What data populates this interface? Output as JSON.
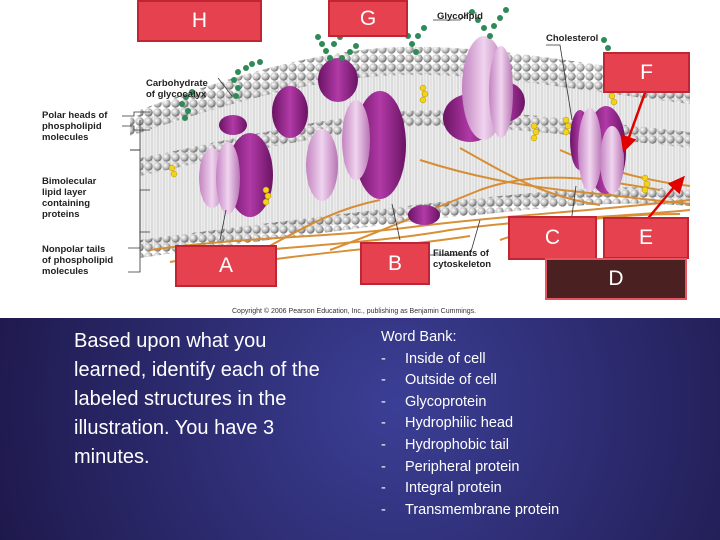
{
  "figure": {
    "labels": {
      "glycolipid": "Glycolipid",
      "cholesterol": "Cholesterol",
      "carbohydrate": "Carbohydrate\nof glycocalyx",
      "polar": "Polar heads of\nphospholipid\nmolecules",
      "bimolecular": "Bimolecular\nlipid layer\ncontaining\nproteins",
      "nonpolar": "Nonpolar tails\nof phospholipid\nmolecules",
      "filaments": "Filaments of\ncytoskeleton"
    },
    "copyright": "Copyright © 2006 Pearson Education, Inc., publishing as Benjamin Cummings."
  },
  "letters": {
    "h": "H",
    "g": "G",
    "f": "F",
    "a": "A",
    "b": "B",
    "c": "C",
    "d": "D",
    "e": "E"
  },
  "instructions": "Based upon what you learned, identify each of the labeled structures in the illustration. You have 3 minutes.",
  "word_bank": {
    "title": "Word Bank:",
    "dash": "-",
    "items": [
      "Inside of cell",
      "Outside of cell",
      "Glycoprotein",
      "Hydrophilic head",
      "Hydrophobic tail",
      "Peripheral protein",
      "Integral protein",
      "Transmembrane protein"
    ]
  },
  "colors": {
    "protein": "#9b2a8f",
    "protein_light": "#d7a6d6",
    "carbohydrate": "#2e8a57",
    "cholesterol": "#f2d21a",
    "cytoskeleton": "#d68a2d",
    "label_red": "#e5414f"
  }
}
